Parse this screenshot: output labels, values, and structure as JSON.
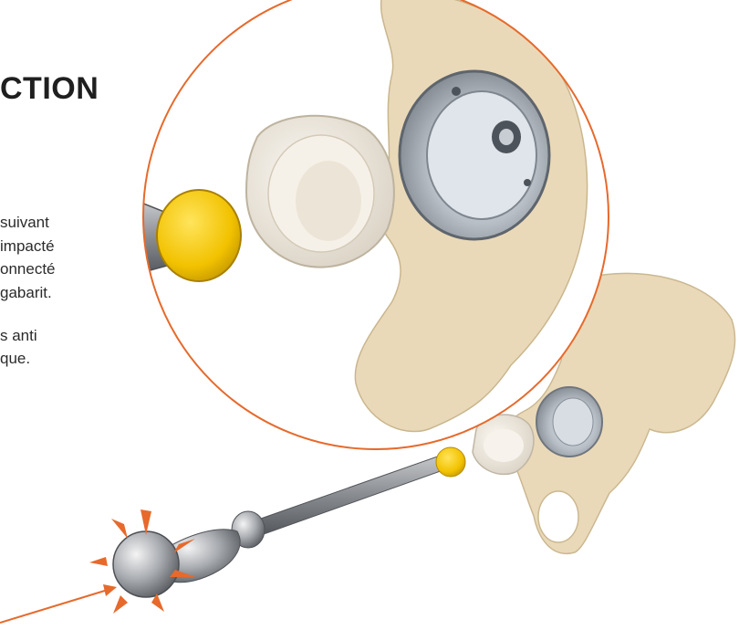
{
  "text": {
    "heading": "CTION",
    "paragraph_1": [
      "suivant",
      "impacté",
      "onnecté",
      "gabarit."
    ],
    "paragraph_2": [
      "s anti",
      "que."
    ]
  },
  "colors": {
    "accent_orange": "#e66a2c",
    "bone": "#ead9b8",
    "liner": "#efe9df",
    "metal": "#9fa3a8",
    "yellow_cap": "#f4c400"
  },
  "icons": [
    "impact-burst-icon",
    "impact-arrow-icon"
  ]
}
